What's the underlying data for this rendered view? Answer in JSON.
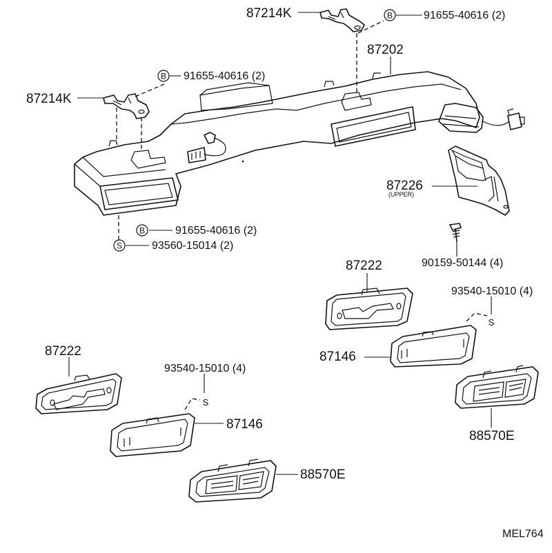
{
  "diagram_code": "MEL764",
  "labels": {
    "top_bracket": "87214K",
    "left_bracket": "87214K",
    "duct": "87202",
    "bolt_top": "91655-40616 (2)",
    "bolt_upper_left": "91655-40616 (2)",
    "bolt_lower": "91655-40616 (2)",
    "screw_lower": "93560-15014 (2)",
    "upper_duct": "87226",
    "upper_duct_note": "(UPPER)",
    "screw_right": "90159-50144 (4)",
    "register_right": "87222",
    "register_left": "87222",
    "screw_clip_right": "93540-15010 (4)",
    "screw_clip_left": "93540-15010 (4)",
    "bezel_right": "87146",
    "bezel_left": "87146",
    "vent_right": "88570E",
    "vent_left": "88570E"
  },
  "symbols": {
    "bolt": "B",
    "screw": "S"
  }
}
